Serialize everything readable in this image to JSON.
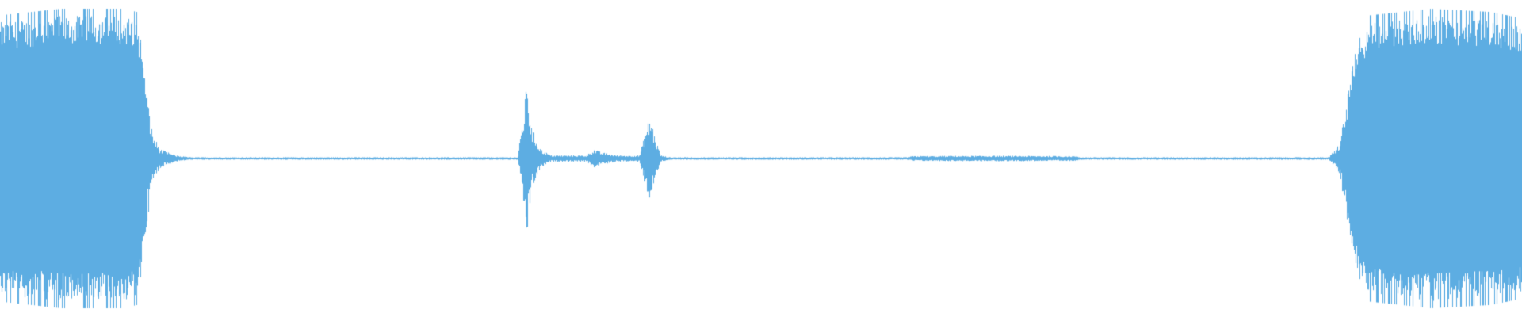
{
  "waveform": {
    "color": "#5DADE2",
    "background": "#FFFFFF",
    "envelope_normalized": [
      [
        0.0,
        0.43
      ],
      [
        0.04,
        0.45
      ],
      [
        0.08,
        0.45
      ],
      [
        0.09,
        0.44
      ],
      [
        0.095,
        0.25
      ],
      [
        0.1,
        0.08
      ],
      [
        0.105,
        0.03
      ],
      [
        0.115,
        0.01
      ],
      [
        0.125,
        0.004
      ],
      [
        0.34,
        0.004
      ],
      [
        0.343,
        0.12
      ],
      [
        0.346,
        0.24
      ],
      [
        0.349,
        0.1
      ],
      [
        0.355,
        0.03
      ],
      [
        0.362,
        0.01
      ],
      [
        0.385,
        0.01
      ],
      [
        0.39,
        0.03
      ],
      [
        0.395,
        0.02
      ],
      [
        0.405,
        0.01
      ],
      [
        0.42,
        0.01
      ],
      [
        0.424,
        0.09
      ],
      [
        0.427,
        0.14
      ],
      [
        0.43,
        0.07
      ],
      [
        0.434,
        0.01
      ],
      [
        0.44,
        0.004
      ],
      [
        0.595,
        0.004
      ],
      [
        0.6,
        0.008
      ],
      [
        0.65,
        0.009
      ],
      [
        0.705,
        0.008
      ],
      [
        0.71,
        0.004
      ],
      [
        0.873,
        0.004
      ],
      [
        0.88,
        0.05
      ],
      [
        0.885,
        0.2
      ],
      [
        0.89,
        0.33
      ],
      [
        0.9,
        0.43
      ],
      [
        0.94,
        0.45
      ],
      [
        0.98,
        0.44
      ],
      [
        1.0,
        0.42
      ]
    ]
  }
}
